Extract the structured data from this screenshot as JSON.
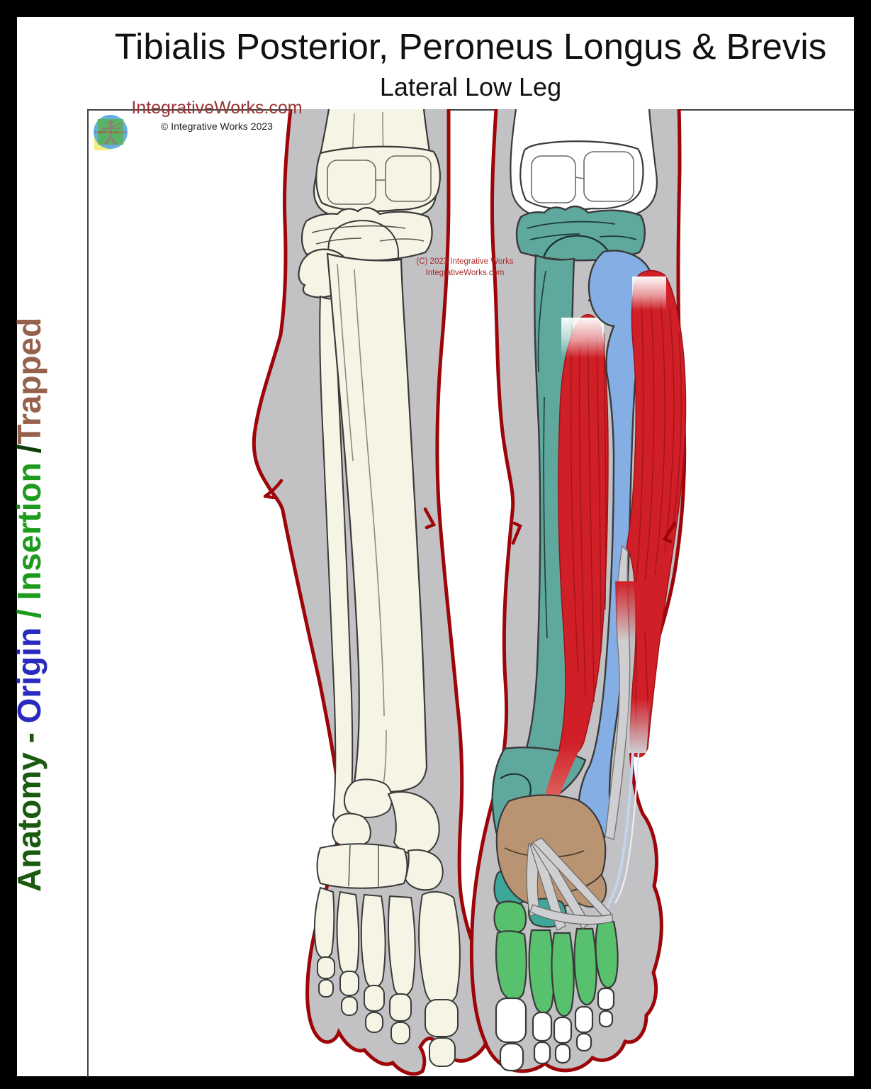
{
  "title": "Tibialis Posterior, Peroneus Longus & Brevis",
  "subtitle": "Lateral Low Leg",
  "branding": {
    "site": "IntegrativeWorks.com",
    "copyright": "© Integrative Works 2023",
    "logo_text": "IntegrativeWorks.com"
  },
  "watermark": {
    "line1": "(C) 2023 Integrative Works",
    "line2": "IntegrativeWorks.com"
  },
  "side_label": {
    "segments": [
      {
        "text": "Anatomy - ",
        "color": "#1a5a0f"
      },
      {
        "text": "Origin",
        "color": "#2a2abf"
      },
      {
        "text": " / ",
        "color": "#1e9b1e"
      },
      {
        "text": "Insertion",
        "color": "#1e9b1e"
      },
      {
        "text": " /",
        "color": "#0d3f08"
      },
      {
        "text": "Trapped",
        "color": "#96614b"
      }
    ]
  },
  "colors": {
    "frame_black": "#000000",
    "background": "#ffffff",
    "silhouette_gray": "#c2c1c3",
    "outline_red": "#9d0509",
    "bone_cream": "#f6f4e4",
    "bone_white": "#ffffff",
    "bone_stroke": "#3a3a3a",
    "origin_teal": "#5fa89e",
    "tarsal_teal": "#3fa69a",
    "fibula_blue": "#85aee4",
    "muscle_red": "#d01f26",
    "muscle_streak": "#9c1218",
    "tendon_gray": "#cfcfd2",
    "tendon_blue": "#c3d4ec",
    "trapped_brown": "#b99473",
    "insertion_green": "#58c16d",
    "panel_border": "#444444",
    "site_red": "#9c3434",
    "watermark_red": "#a62c2c"
  }
}
